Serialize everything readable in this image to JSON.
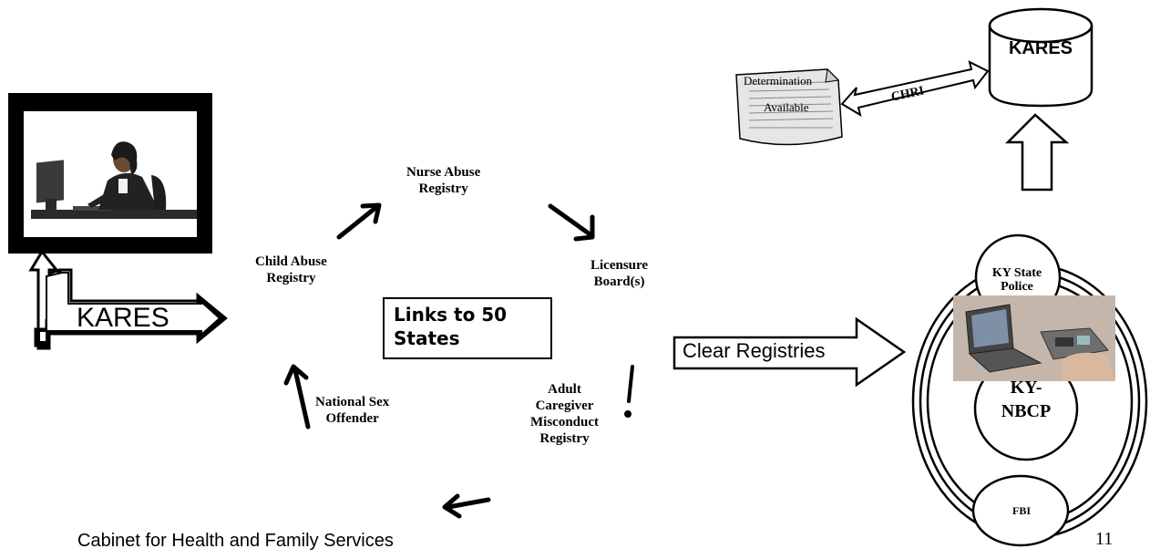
{
  "workstation": {
    "arrow_label": "KARES"
  },
  "registries": {
    "nurse_abuse": [
      "Nurse Abuse",
      "Registry"
    ],
    "licensure": [
      "Licensure",
      "Board(s)"
    ],
    "child_abuse": [
      "Child Abuse",
      "Registry"
    ],
    "sex_offender": [
      "National Sex",
      "Offender"
    ],
    "caregiver": [
      "Adult",
      "Caregiver",
      "Misconduct",
      "Registry"
    ]
  },
  "center_box": [
    "Links to 50",
    "States"
  ],
  "clear_arrow_label": "Clear Registries",
  "determination_doc": [
    "Determination",
    "Available"
  ],
  "chri_label": "CHRI",
  "database_label": "KARES",
  "background_check": {
    "ky_state_police": [
      "KY State",
      "Police"
    ],
    "ky_nbcp": [
      "KY-",
      "NBCP"
    ],
    "fbi": "FBI"
  },
  "footer": {
    "organization": "Cabinet for Health and Family Services",
    "page_number": "11"
  }
}
